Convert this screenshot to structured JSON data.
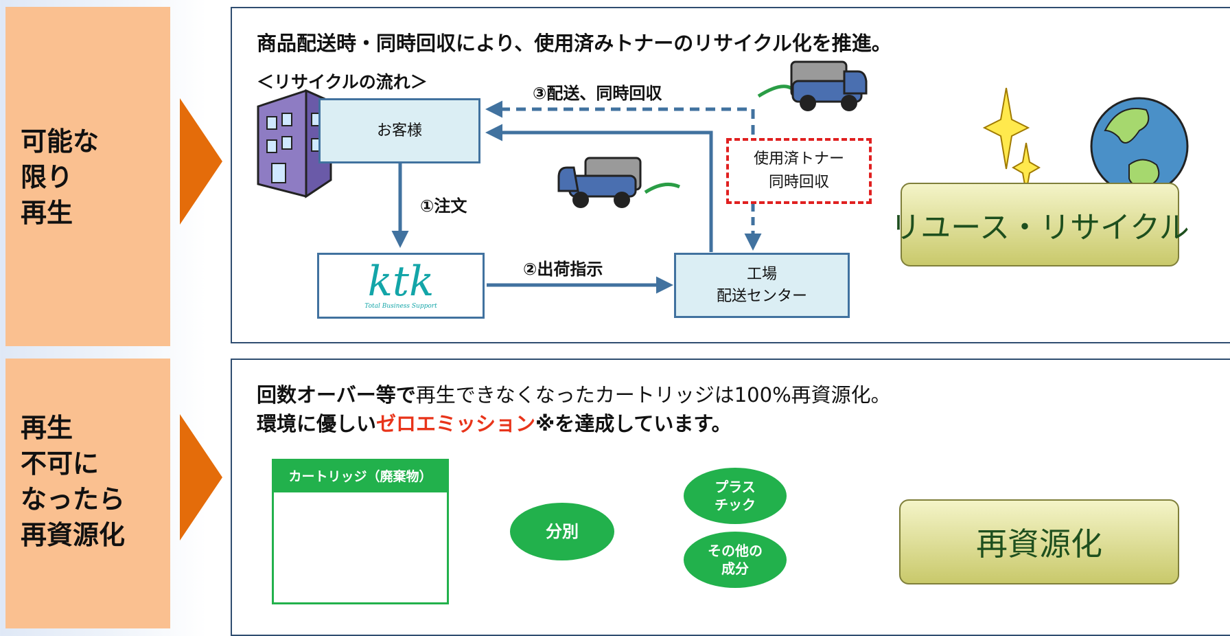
{
  "sections": [
    {
      "side_label": "可能な\n限り\n再生"
    },
    {
      "side_label": "再生\n不可に\nなったら\n再資源化"
    }
  ],
  "panel1": {
    "headline": "商品配送時・同時回収により、使用済みトナーのリサイクル化を推進。",
    "flow_title": "＜リサイクルの流れ＞",
    "customer": "お客様",
    "ktk_logo": "ktk",
    "ktk_tagline": "Total Business Support",
    "factory": "工場\n配送センター",
    "step1": "①注文",
    "step2": "②出荷指示",
    "step3": "③配送、同時回収",
    "collected_toner": "使用済トナー\n同時回収",
    "goal": "リユース・リサイクル"
  },
  "panel2": {
    "headline_bold1": "回数オーバー等で",
    "headline_normal": "再生できなくなったカートリッジは100%再資源化。",
    "headline_bold2": "環境に優しい",
    "headline_red": "ゼロエミッション",
    "headline_bold3": "※を達成しています。",
    "cartridge_title": "カートリッジ（廃棄物）",
    "sort": "分別",
    "plastic": "プラス\nチック",
    "other": "その他の\n成分",
    "goal": "再資源化"
  },
  "colors": {
    "side_bg": "#fac090",
    "arrow": "#e46c0a",
    "panel_border": "#2f4d70",
    "node_fill": "#dbeef4",
    "node_border": "#41729f",
    "green": "#22b14c",
    "red_dash": "#e02020"
  },
  "icons": [
    "building-icon",
    "truck-icon",
    "earth-icon",
    "sparkle-icon",
    "toner-cartridge-icon"
  ]
}
